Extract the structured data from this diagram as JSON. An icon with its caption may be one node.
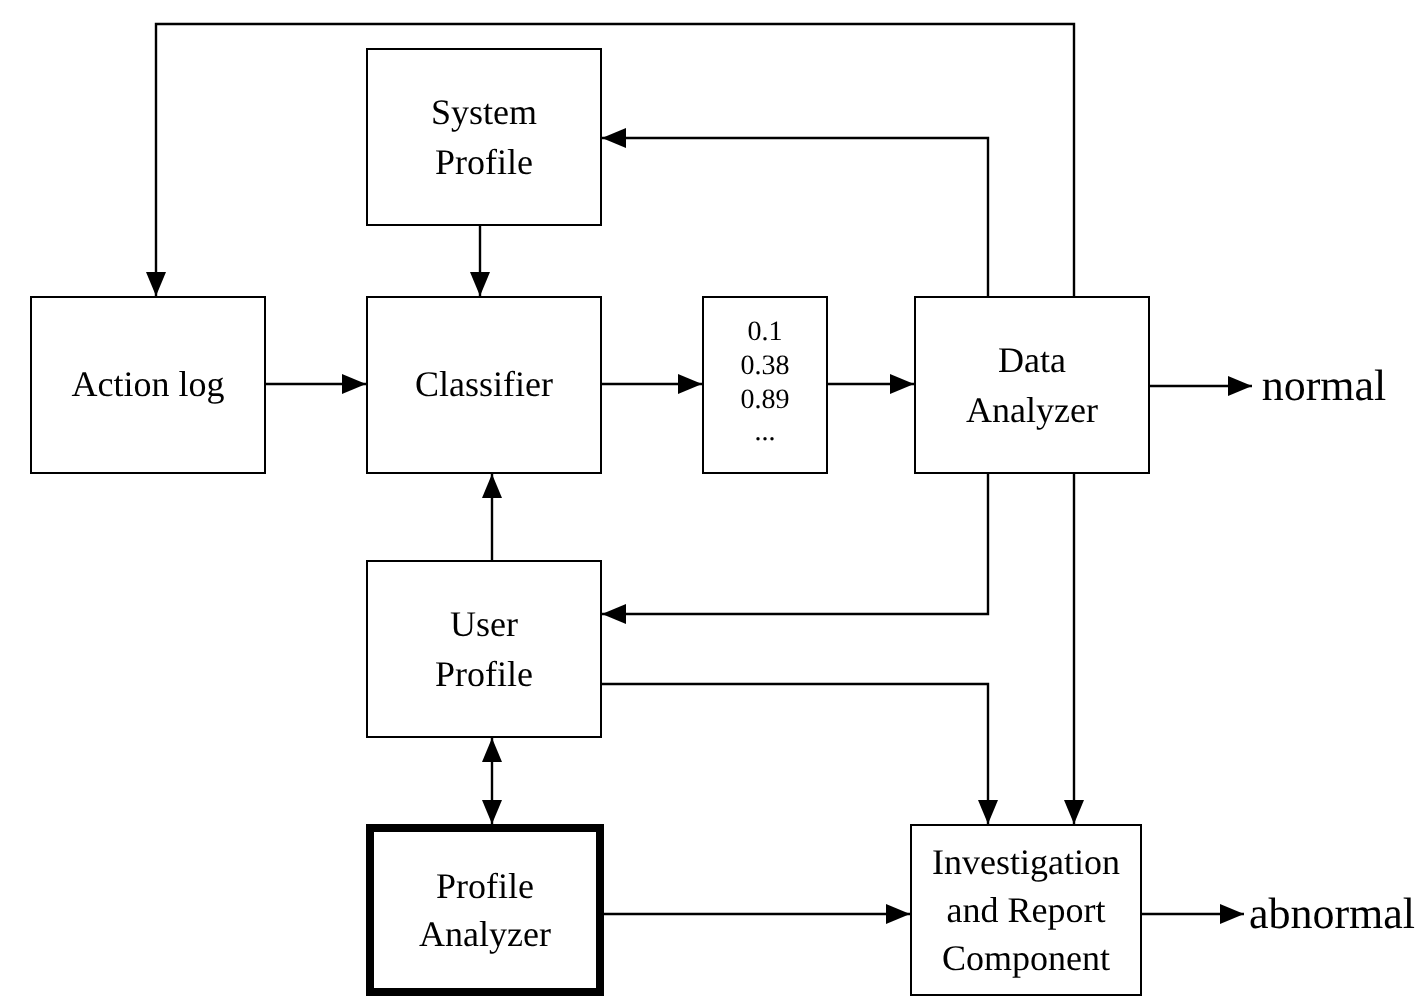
{
  "diagram": {
    "nodes": [
      {
        "text": [
          "System Profile"
        ]
      },
      {
        "text": [
          "Action log"
        ]
      },
      {
        "text": [
          "Classifier"
        ]
      },
      {
        "text": [
          "0.1",
          "0.38",
          "0.89",
          "..."
        ]
      },
      {
        "text": [
          "Data Analyzer"
        ]
      },
      {
        "text": [
          "normal"
        ]
      },
      {
        "text": [
          "User Profile"
        ]
      },
      {
        "text": [
          "Profile Analyzer"
        ]
      },
      {
        "text": [
          "Investigation and Report Component"
        ]
      },
      {
        "text": [
          "abnormal"
        ]
      }
    ],
    "edges": [
      {
        "from": 4,
        "to": 1,
        "arrow": "to"
      },
      {
        "from": 4,
        "to": 0,
        "arrow": "to"
      },
      {
        "from": 0,
        "to": 2,
        "arrow": "to"
      },
      {
        "from": 1,
        "to": 2,
        "arrow": "to"
      },
      {
        "from": 2,
        "to": 3,
        "arrow": "to"
      },
      {
        "from": 3,
        "to": 4,
        "arrow": "to"
      },
      {
        "from": 4,
        "to": 5,
        "arrow": "to"
      },
      {
        "from": 6,
        "to": 2,
        "arrow": "to"
      },
      {
        "from": 4,
        "to": 6,
        "arrow": "to"
      },
      {
        "from": 6,
        "to": 8,
        "arrow": "to"
      },
      {
        "from": 4,
        "to": 8,
        "arrow": "to"
      },
      {
        "from": 6,
        "to": 7,
        "arrow": "both"
      },
      {
        "from": 7,
        "to": 8,
        "arrow": "to"
      },
      {
        "from": 8,
        "to": 9,
        "arrow": "to"
      }
    ]
  }
}
